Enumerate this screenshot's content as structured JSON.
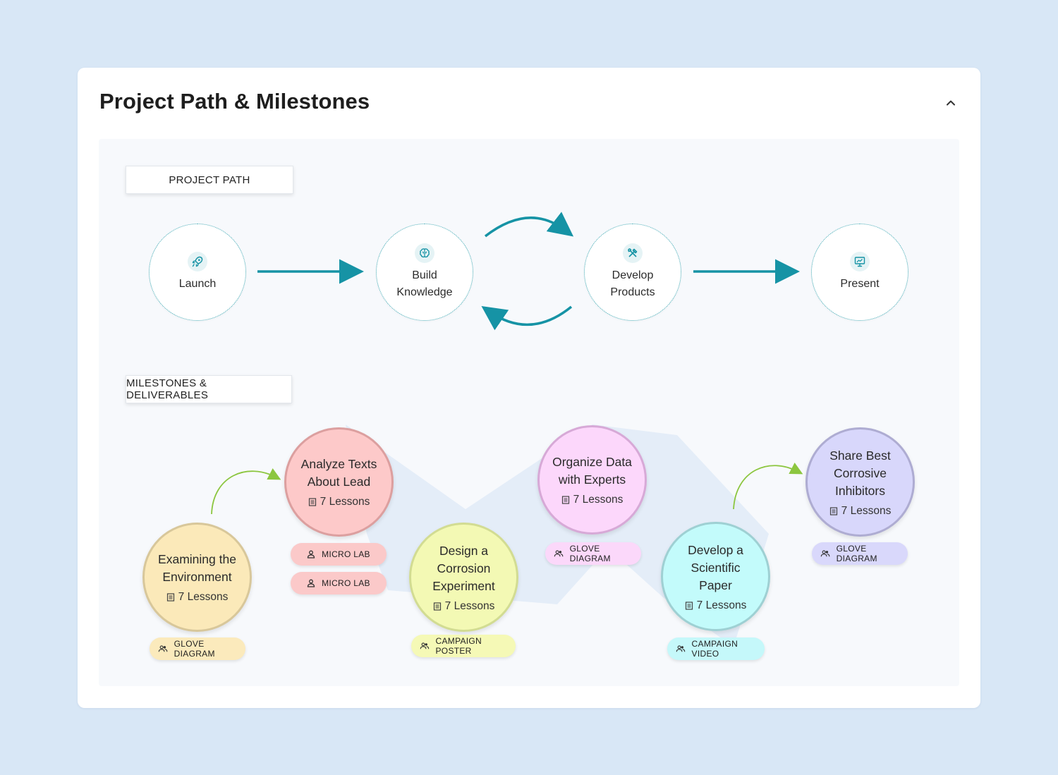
{
  "card": {
    "title": "Project Path & Milestones",
    "collapse_icon": "chevron-up-icon"
  },
  "project_path": {
    "section_label": "PROJECT PATH",
    "nodes": [
      {
        "label": "Launch",
        "icon": "rocket-icon"
      },
      {
        "label": "Build\nKnowledge",
        "icon": "brain-icon"
      },
      {
        "label": "Develop\nProducts",
        "icon": "tools-icon"
      },
      {
        "label": "Present",
        "icon": "presentation-icon"
      }
    ],
    "arrow_color": "#1693a5"
  },
  "milestones": {
    "section_label": "MILESTONES & DELIVERABLES",
    "items": [
      {
        "title": "Examining the\nEnvironment",
        "lessons": "7 Lessons",
        "fill": "#fbe9b9",
        "border": "#d8c79a",
        "deliverables": [
          {
            "label": "GLOVE DIAGRAM",
            "icon": "group-icon",
            "bg": "#fbeabc"
          }
        ]
      },
      {
        "title": "Analyze Texts\nAbout Lead",
        "lessons": "7 Lessons",
        "fill": "#fdc9c9",
        "border": "#dc9f9f",
        "deliverables": [
          {
            "label": "MICRO LAB",
            "icon": "person-icon",
            "bg": "#fbc9c9"
          },
          {
            "label": "MICRO LAB",
            "icon": "person-icon",
            "bg": "#fbc9c9"
          }
        ]
      },
      {
        "title": "Design a\nCorrosion\nExperiment",
        "lessons": "7 Lessons",
        "fill": "#f3f9b4",
        "border": "#d2dc92",
        "deliverables": [
          {
            "label": "CAMPAIGN POSTER",
            "icon": "group-icon",
            "bg": "#f5f9b6"
          }
        ]
      },
      {
        "title": "Organize Data\nwith Experts",
        "lessons": "7 Lessons",
        "fill": "#fcd7fb",
        "border": "#d7a9d7",
        "deliverables": [
          {
            "label": "GLOVE DIAGRAM",
            "icon": "group-icon",
            "bg": "#fbd8fa"
          }
        ]
      },
      {
        "title": "Develop a\nScientific\nPaper",
        "lessons": "7 Lessons",
        "fill": "#c3fbfb",
        "border": "#9ed0d3",
        "deliverables": [
          {
            "label": "CAMPAIGN VIDEO",
            "icon": "group-icon",
            "bg": "#c5f8fa"
          }
        ]
      },
      {
        "title": "Share Best\nCorrosive\nInhibitors",
        "lessons": "7 Lessons",
        "fill": "#d8d7fb",
        "border": "#aeacd2",
        "deliverables": [
          {
            "label": "GLOVE DIAGRAM",
            "icon": "group-icon",
            "bg": "#d9d8fb"
          }
        ]
      }
    ],
    "connector_color": "#8cc63f",
    "band_color": "#e4edf8"
  }
}
